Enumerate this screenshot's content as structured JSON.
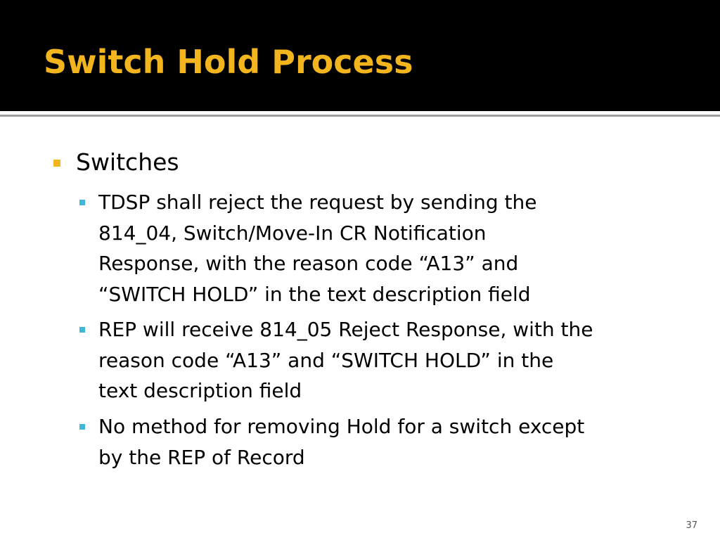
{
  "slide": {
    "title": "Switch Hold Process",
    "page_number": "37",
    "colors": {
      "title_bar": "#000000",
      "title_text": "#f2b51d",
      "level1_bullet": "#f2b51d",
      "level2_bullet": "#3fb8d8",
      "divider": "#9e9e9e"
    }
  },
  "bullets": {
    "level1": "Switches",
    "items": [
      {
        "lines": [
          "TDSP shall reject the request by sending the",
          "814_04, Switch/Move-In CR Notification",
          "Response, with the reason code “A13” and",
          "“SWITCH HOLD” in the text description field"
        ]
      },
      {
        "lines": [
          "REP will receive 814_05 Reject Response, with the",
          "reason code “A13” and “SWITCH HOLD” in the",
          "text description field"
        ]
      },
      {
        "lines": [
          "No method for removing Hold for a switch except",
          "by the REP of Record"
        ]
      }
    ]
  }
}
